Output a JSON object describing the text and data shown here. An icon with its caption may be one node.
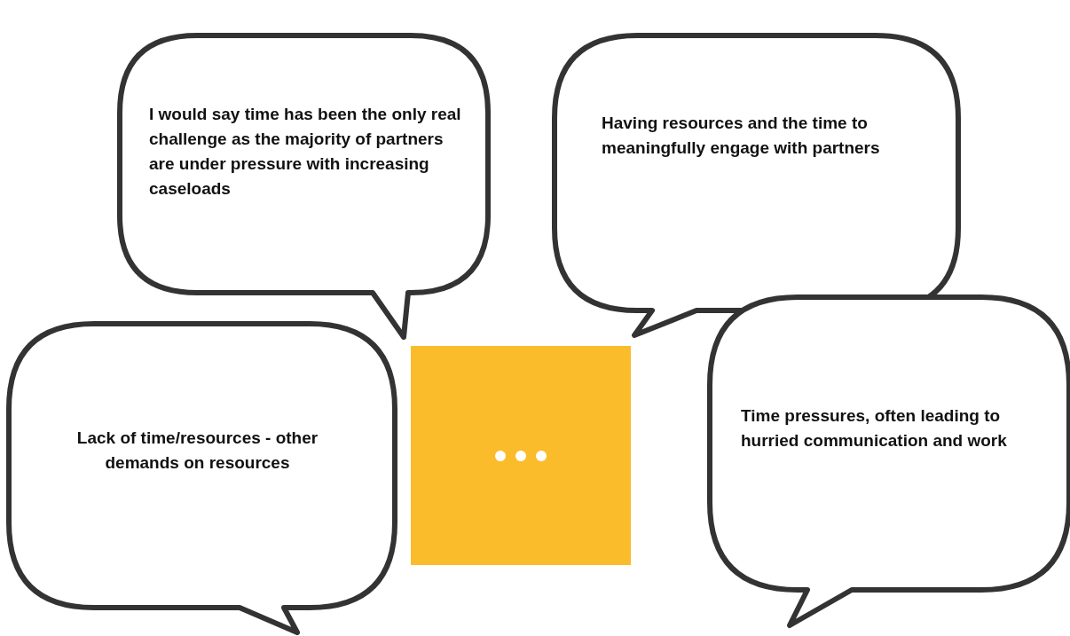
{
  "diagram": {
    "nodes": [
      {
        "text": [
          "I would say time has been the only real challenge as the majority of partners are under pressure with increasing caseloads"
        ]
      },
      {
        "text": [
          "Having resources and the time to meaningfully engage with partners"
        ]
      },
      {
        "text": [
          "Lack of time/resources - other demands on resources"
        ]
      },
      {
        "text": [
          "Time pressures, often leading to hurried communication and work"
        ]
      },
      {
        "text": [],
        "shape": "box"
      }
    ]
  }
}
